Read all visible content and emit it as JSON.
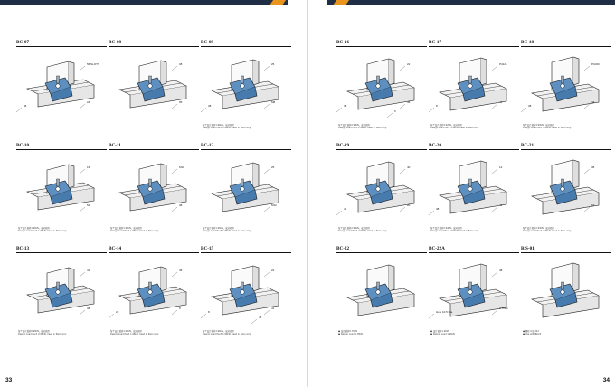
{
  "pages": {
    "left_number": "33",
    "right_number": "34"
  },
  "items": [
    {
      "id": "bc07",
      "code": "BC-07",
      "cap1": "",
      "cap2": "",
      "dims": [
        "56 SLOTS",
        "24",
        "38"
      ]
    },
    {
      "id": "bc08",
      "code": "BC-08",
      "cap1": "",
      "cap2": "",
      "dims": [
        "38",
        "95"
      ]
    },
    {
      "id": "bc09",
      "code": "BC-09",
      "cap1": "每个设计载荷1.96kN，成对使用",
      "cap2": "Design Load Each 1.96kN, Used in Pairs only.",
      "dims": [
        "25",
        "M8",
        "38"
      ]
    },
    {
      "id": "bc16",
      "code": "BC-16",
      "cap1": "每个设计载荷2.94kN，成对使用",
      "cap2": "Design Load Each 2.94kN, Used in Pairs only.",
      "dims": [
        "22",
        "38",
        "38",
        "6"
      ]
    },
    {
      "id": "bc17",
      "code": "BC-17",
      "cap1": "每个设计载荷3.92kN，成对使用",
      "cap2": "Design Load Each 3.92kN, Used in Pairs only.",
      "dims": [
        "P4121",
        "44",
        "8"
      ]
    },
    {
      "id": "bc18",
      "code": "BC-18",
      "cap1": "每个设计载荷4.90kN，成对使用",
      "cap2": "Design Load Each 4.90kN, Used in Pairs only.",
      "dims": [
        "P1000",
        "44",
        "38"
      ]
    },
    {
      "id": "bc10",
      "code": "BC-10",
      "cap1": "每个设计载荷1.96kN，成对使用",
      "cap2": "Design Load Each 1.96kN, Used in Pairs only.",
      "dims": [
        "16",
        "52"
      ]
    },
    {
      "id": "bc11",
      "code": "BC-11",
      "cap1": "每个设计载荷1.96kN，成对使用",
      "cap2": "Design Load Each 1.96kN, Used in Pairs only.",
      "dims": [
        "M10",
        "38"
      ]
    },
    {
      "id": "bc12",
      "code": "BC-12",
      "cap1": "每个设计载荷1.96kN，成对使用",
      "cap2": "Design Load Each 1.96kN, Used in Pairs only.",
      "dims": [
        "25",
        "M12"
      ]
    },
    {
      "id": "bc19",
      "code": "BC-19",
      "cap1": "每个设计载荷2.94kN，成对使用",
      "cap2": "Design Load Each 2.94kN, Used in Pairs only.",
      "dims": [
        "40",
        "20",
        "41"
      ]
    },
    {
      "id": "bc20",
      "code": "BC-20",
      "cap1": "每个设计载荷2.94kN，成对使用",
      "cap2": "Design Load Each 2.94kN, Used in Pairs only.",
      "dims": [
        "12",
        "41",
        "38"
      ]
    },
    {
      "id": "bc21",
      "code": "BC-21",
      "cap1": "每个设计载荷2.94kN，成对使用",
      "cap2": "Design Load Each 2.94kN, Used in Pairs only.",
      "dims": [
        "38",
        "63"
      ]
    },
    {
      "id": "bc13",
      "code": "BC-13",
      "cap1": "每个设计载荷0.98kN，成对使用",
      "cap2": "Design Load Each 0.98kN, Used in Pairs only.",
      "dims": [
        "41",
        "38"
      ]
    },
    {
      "id": "bc14",
      "code": "BC-14",
      "cap1": "每个设计载荷1.96kN，成对使用",
      "cap2": "Design Load Each 1.96kN, Used in Pairs only.",
      "dims": [
        "45",
        "8",
        "22"
      ]
    },
    {
      "id": "bc15",
      "code": "BC-15",
      "cap1": "每个设计载荷1.96kN，成对使用",
      "cap2": "Design Load Each 1.96kN, Used in Pairs only.",
      "dims": [
        "22",
        "41",
        "8",
        "45"
      ]
    },
    {
      "id": "bc22",
      "code": "BC-22",
      "cap1": "● 设计载荷0.78kN",
      "cap2": "● Design Load 0.78kN",
      "dims": []
    },
    {
      "id": "bc22a",
      "code": "BC-22A",
      "cap1": "● 设计载荷1.96kN",
      "cap2": "● Design Load 1.96kN",
      "dims": [
        "48",
        "3 Thick",
        "Hole 10.5 Dia."
      ]
    },
    {
      "id": "rs01",
      "code": "R.S-01",
      "cap1": "● 螺栓 U形 422",
      "cap2": "● Use with BC22",
      "dims": []
    }
  ]
}
